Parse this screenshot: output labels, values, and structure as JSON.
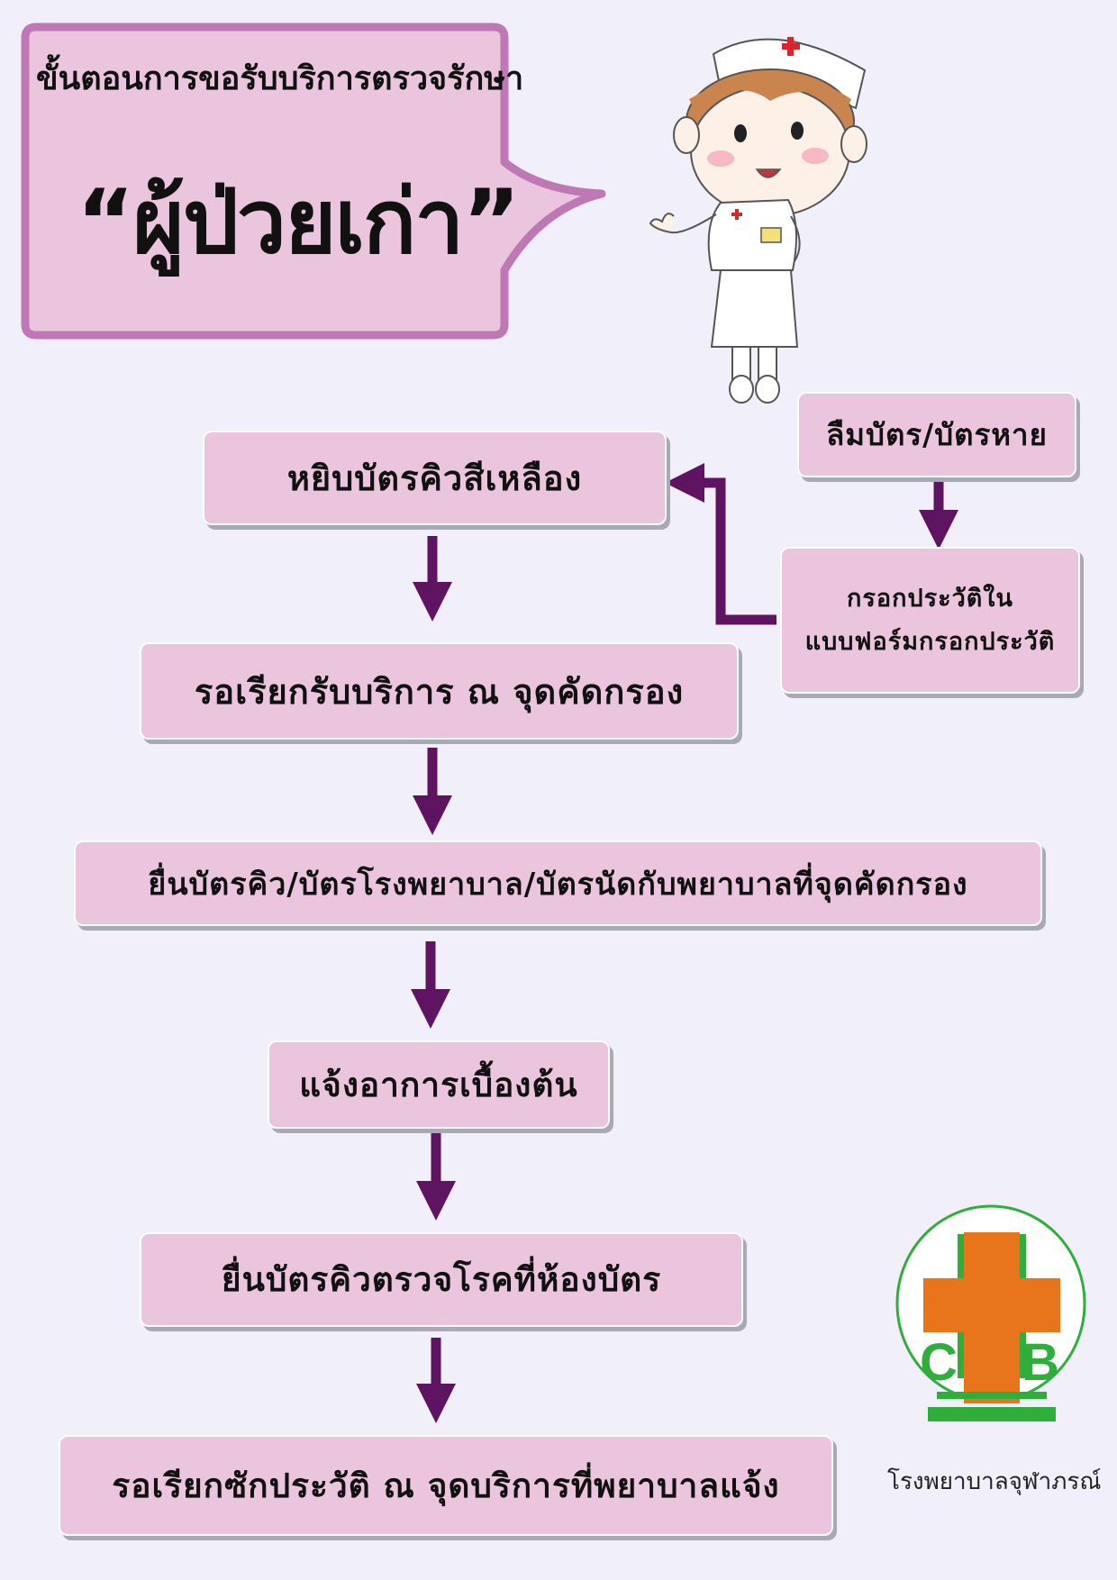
{
  "header": {
    "subtitle": "ขั้นตอนการขอรับบริการตรวจรักษา",
    "title": "“ผู้ป่วยเก่า”"
  },
  "steps": [
    "หยิบบัตรคิวสีเหลือง",
    "รอเรียกรับบริการ ณ จุดคัดกรอง",
    "ยื่นบัตรคิว/บัตรโรงพยาบาล/บัตรนัดกับพยาบาลที่จุดคัดกรอง",
    "แจ้งอาการเบื้องต้น",
    "ยื่นบัตรคิวตรวจโรคที่ห้องบัตร",
    "รอเรียกซักประวัติ ณ จุดบริการที่พยาบาลแจ้ง"
  ],
  "side_branch": {
    "condition": "ลืมบัตร/บัตรหาย",
    "action_line1": "กรอกประวัติใน",
    "action_line2": "แบบฟอร์มกรอกประวัติ"
  },
  "logo": {
    "letter_left": "C",
    "letter_right": "B",
    "hospital_name": "โรงพยาบาลจุฬาภรณ์"
  },
  "colors": {
    "background": "#f1eff9",
    "box_fill": "#ebc4dd",
    "arrow": "#5e1460",
    "callout_border": "#be78b6",
    "logo_cross": "#e8741b",
    "logo_green": "#2fae3c"
  },
  "icons": [
    "nurse-illustration",
    "hospital-cross-logo"
  ]
}
